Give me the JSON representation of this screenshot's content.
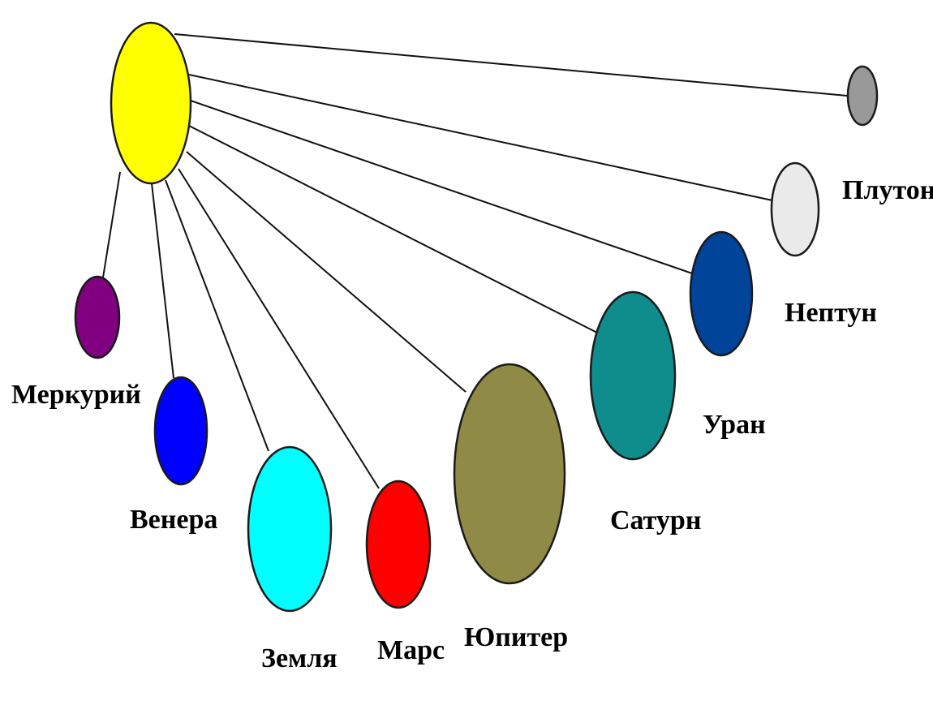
{
  "sun": {
    "name": "sun",
    "color": "#ffff00"
  },
  "planets": [
    {
      "key": "mercury",
      "label": "Меркурий",
      "color": "#800080"
    },
    {
      "key": "venus",
      "label": "Венера",
      "color": "#0000ff"
    },
    {
      "key": "earth",
      "label": "Земля",
      "color": "#00ffff"
    },
    {
      "key": "mars",
      "label": "Марс",
      "color": "#ff0000"
    },
    {
      "key": "jupiter",
      "label": "Юпитер",
      "color": "#8f8a45"
    },
    {
      "key": "saturn",
      "label": "Сатурн",
      "color": "#0f8c8c"
    },
    {
      "key": "uranus",
      "label": "Уран",
      "color": "#004499"
    },
    {
      "key": "neptune",
      "label": "Нептун",
      "color": "#eaeaea"
    },
    {
      "key": "pluto",
      "label": "Плутон",
      "color": "#999999"
    }
  ]
}
